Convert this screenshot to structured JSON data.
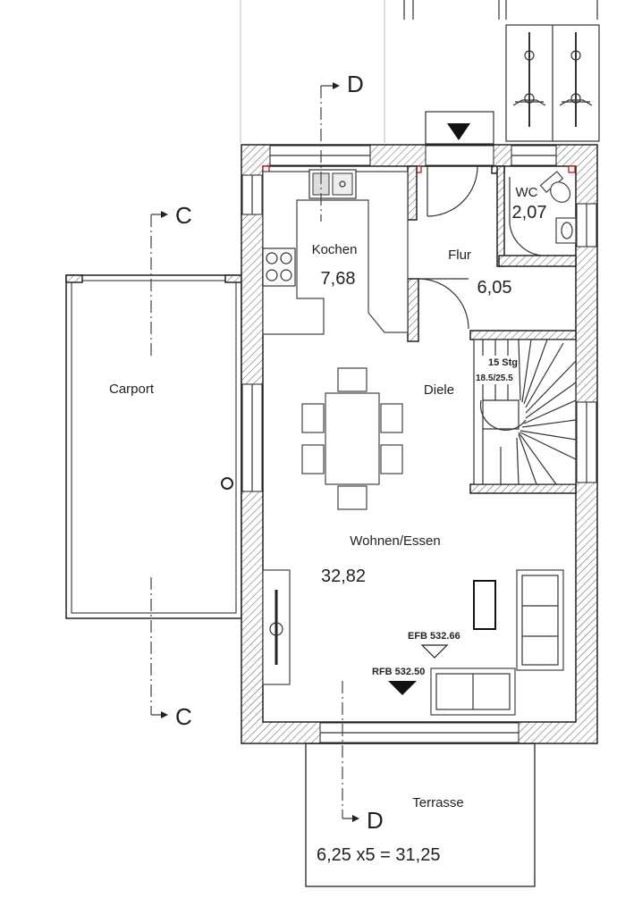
{
  "rooms": {
    "kitchen": {
      "name": "Kochen",
      "area": "7,68"
    },
    "hall": {
      "name": "Flur",
      "area": "6,05"
    },
    "wc": {
      "name": "WC",
      "area": "2,07"
    },
    "diele": {
      "name": "Diele"
    },
    "living": {
      "name": "Wohnen/Essen",
      "area": "32,82"
    },
    "carport": {
      "name": "Carport"
    },
    "terrace": {
      "name": "Terrasse",
      "area_formula": "6,25 x5 = 31,25"
    }
  },
  "stairs": {
    "count": "15 Stg",
    "ratio": "18.5/25.5"
  },
  "levels": {
    "efb": "EFB 532.66",
    "rfb": "RFB 532.50"
  },
  "sections": {
    "c_top": "C",
    "c_bottom": "C",
    "d_top": "D",
    "d_bottom": "D"
  },
  "colors": {
    "wall_line": "#222222",
    "hatch": "#555555",
    "marker": "#cc0000"
  },
  "icons": [
    "entrance-arrow-icon",
    "bicycle-icon",
    "hob-icon",
    "sink-icon",
    "toilet-icon",
    "fireplace-icon",
    "downspout-icon"
  ]
}
